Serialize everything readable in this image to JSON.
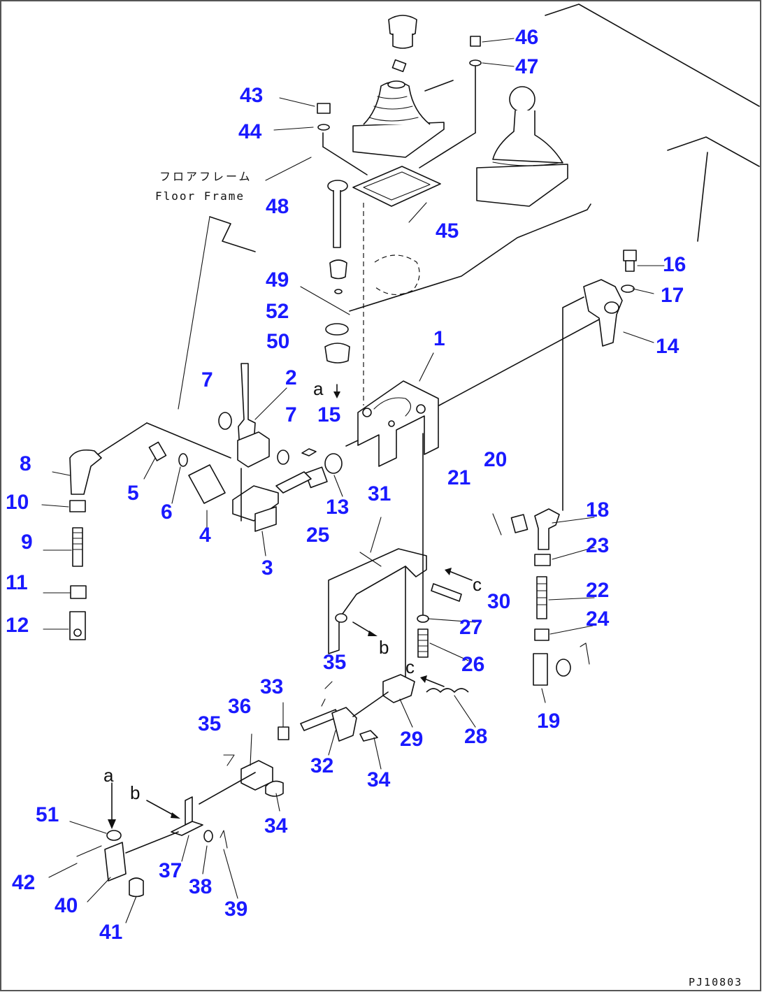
{
  "labels": {
    "floor_frame_jp": "フロアフレーム",
    "floor_frame_en": "Floor Frame",
    "drawing_code": "PJ10803",
    "ref_a_top": "a",
    "ref_a_bottom": "a",
    "ref_b_mid": "b",
    "ref_b_bottom": "b",
    "ref_c_upper": "c",
    "ref_c_lower": "c"
  },
  "callouts": {
    "c1": "1",
    "c2": "2",
    "c3": "3",
    "c4": "4",
    "c5": "5",
    "c6": "6",
    "c7a": "7",
    "c7b": "7",
    "c8": "8",
    "c9": "9",
    "c10": "10",
    "c11": "11",
    "c12": "12",
    "c13": "13",
    "c14": "14",
    "c15": "15",
    "c16": "16",
    "c17": "17",
    "c18": "18",
    "c19": "19",
    "c20": "20",
    "c21": "21",
    "c22": "22",
    "c23": "23",
    "c24": "24",
    "c25": "25",
    "c26": "26",
    "c27": "27",
    "c28": "28",
    "c29": "29",
    "c30": "30",
    "c31": "31",
    "c32": "32",
    "c33": "33",
    "c34a": "34",
    "c34b": "34",
    "c35a": "35",
    "c35b": "35",
    "c36": "36",
    "c37": "37",
    "c38": "38",
    "c39": "39",
    "c40": "40",
    "c41": "41",
    "c42": "42",
    "c43": "43",
    "c44": "44",
    "c45": "45",
    "c46": "46",
    "c47": "47",
    "c48": "48",
    "c49": "49",
    "c50": "50",
    "c51": "51",
    "c52": "52"
  },
  "colors": {
    "callout": "#1a1aff",
    "lines": "#111111"
  }
}
